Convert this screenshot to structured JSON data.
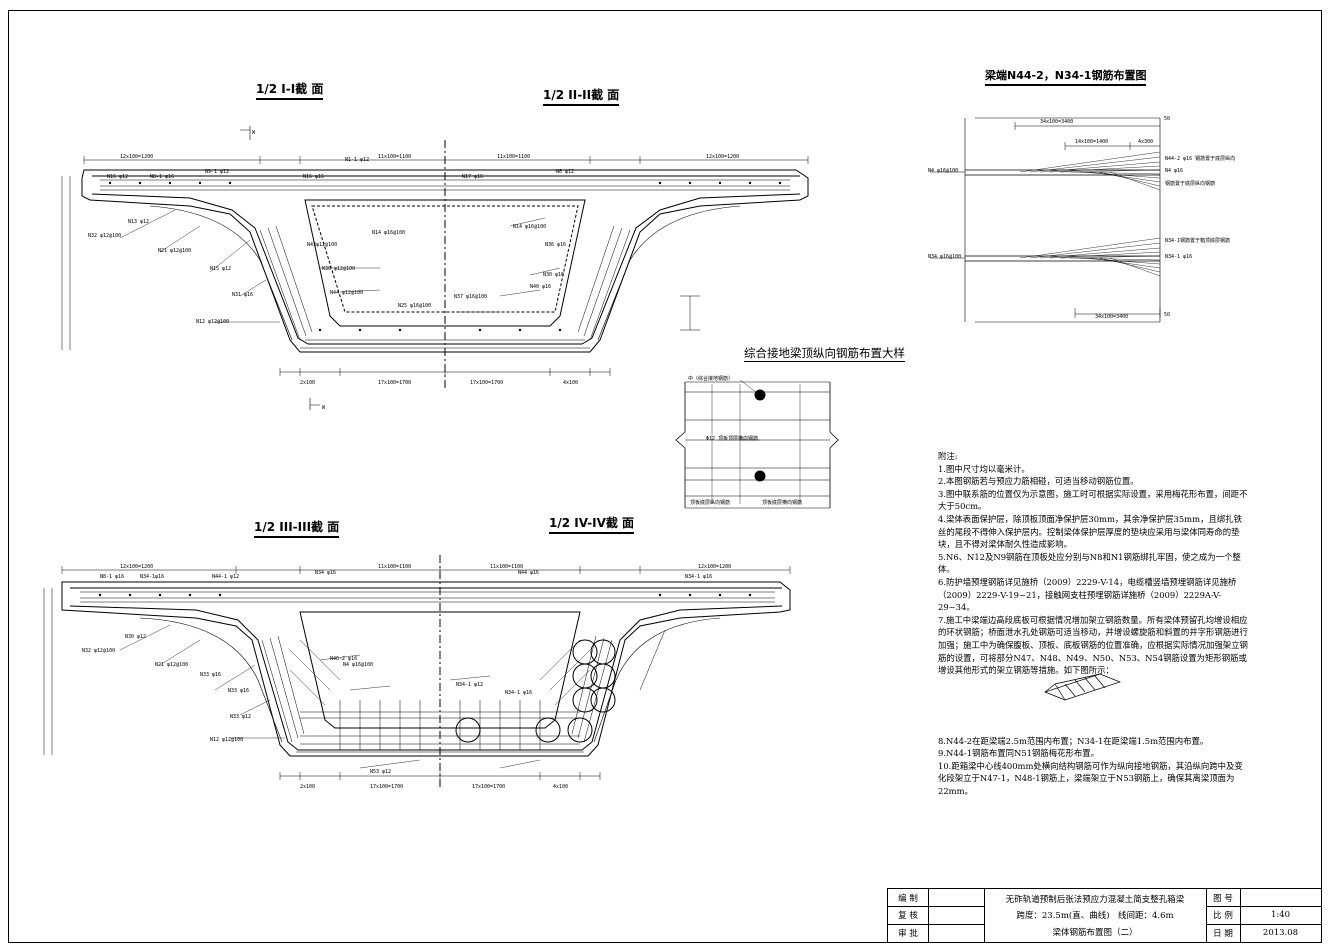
{
  "sections": {
    "s1": "1/2 I-I截 面",
    "s2": "1/2 II-II截 面",
    "s3": "1/2 III-III截 面",
    "s4": "1/2 IV-IV截 面"
  },
  "detail_top": {
    "title": "梁端N44-2，N34-1钢筋布置图",
    "dims": [
      "34x100=3400",
      "14x100=1400",
      "4x300",
      "34x100=3400"
    ],
    "labels": [
      "N44-2 φ16 钢筋置于底层纵向钢筋",
      "钢筋置于底层纵向钢筋",
      "N34-1钢筋置于箱顶底层钢筋",
      "N4 φ16",
      "N34-1 φ16",
      "N34 φ16"
    ],
    "end": "50"
  },
  "detail_mid": {
    "title": "综合接地梁顶纵向钢筋布置大样",
    "labels": [
      "中（综合接地钢筋）",
      "Φ12 顶板顶层横向钢筋",
      "顶板底层纵向钢筋",
      "顶板底层横向钢筋"
    ]
  },
  "notes_heading": "附注:",
  "notes": [
    "1.图中尺寸均以毫米计。",
    "2.本图钢筋若与预应力筋相碰，可适当移动钢筋位置。",
    "3.图中联系筋的位置仅为示意图，施工时可根据实际设置，采用梅花形布置，间距不大于50cm。",
    "4.梁体表面保护层，除顶板顶面净保护层30mm，其余净保护层35mm，且绑扎铁丝的尾段不得伸入保护层内。控制梁体保护层厚度的垫块应采用与梁体同寿命的垫块，且不得对梁体耐久性造成影响。",
    "5.N6、N12及N9钢筋在顶板处应分别与N8和N1钢筋绑扎牢固，使之成为一个整体。",
    "6.防护墙预埋钢筋详见施桥（2009）2229-V-14，电缆槽竖墙预埋钢筋详见施桥（2009）2229-V-19~21，接触网支柱预埋钢筋详施桥（2009）2229A-V-29~34。",
    "7.施工中梁端边高段底板可根据情况增加架立钢筋数量。所有梁体预留孔均增设相应的环状钢筋；桥面泄水孔处钢筋可适当移动，并增设螺旋筋和斜置的井字形钢筋进行加强；施工中为确保腹板、顶板、底板钢筋的位置准确，应根据实际情况加强架立钢筋的设置，可将部分N47、N48、N49、N50、N53、N54钢筋设置为矩形钢筋或增设其他形式的架立钢筋等措施。如下图所示：",
    "8.N44-2在距梁端2.5m范围内布置；N34-1在距梁端1.5m范围内布置。",
    "9.N44-1钢筋布置同N51钢筋梅花形布置。",
    "10.距箱梁中心线400mm处横向结构钢筋可作为纵向接地钢筋，其沿纵向跨中及变化段架立于N47-1，N48-1钢筋上，梁端架立于N53钢筋上，确保其离梁顶面为22mm。"
  ],
  "titleblock": {
    "r1": "编 制",
    "r2": "复 核",
    "r3": "审 批",
    "name1": "无砟轨道预制后张法预应力混凝土简支整孔箱梁",
    "name2": "跨度：23.5m(直、曲线)　线间距：4.6m",
    "name3": "梁体钢筋布置图（二）",
    "k1": "图 号",
    "k2": "比 例",
    "k3": "日 期",
    "v1": "",
    "v2": "1:40",
    "v3": "2013.08"
  }
}
